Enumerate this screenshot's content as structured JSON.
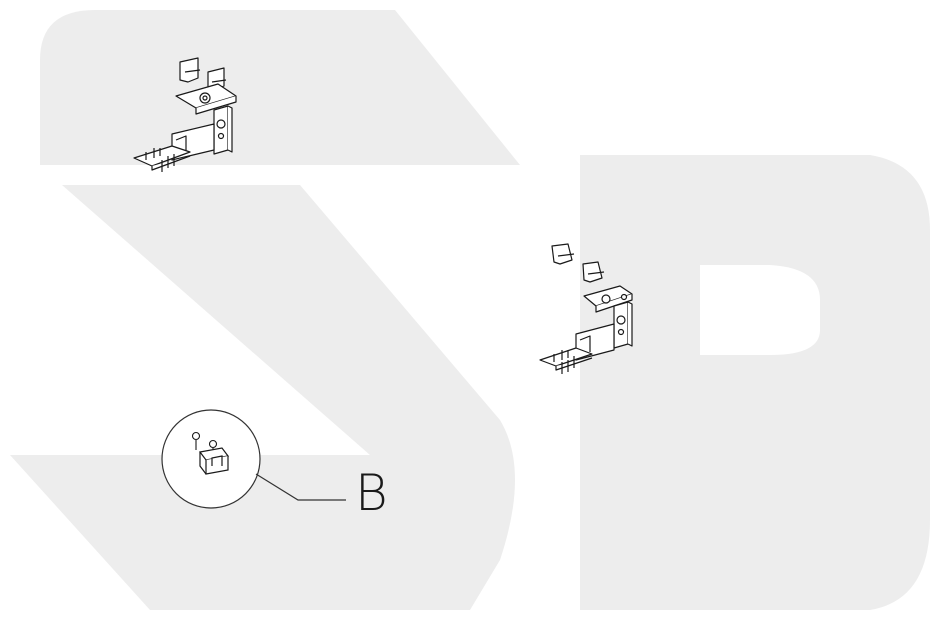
{
  "diagram": {
    "callout": {
      "label": "B",
      "subject": "clip-bracket-with-screws"
    },
    "watermark": {
      "shape": "SP-logo",
      "color": "#ececec"
    },
    "line_color": "#1a1a1a",
    "assemblies": [
      "bracket-assembly-left",
      "bracket-assembly-right"
    ]
  }
}
